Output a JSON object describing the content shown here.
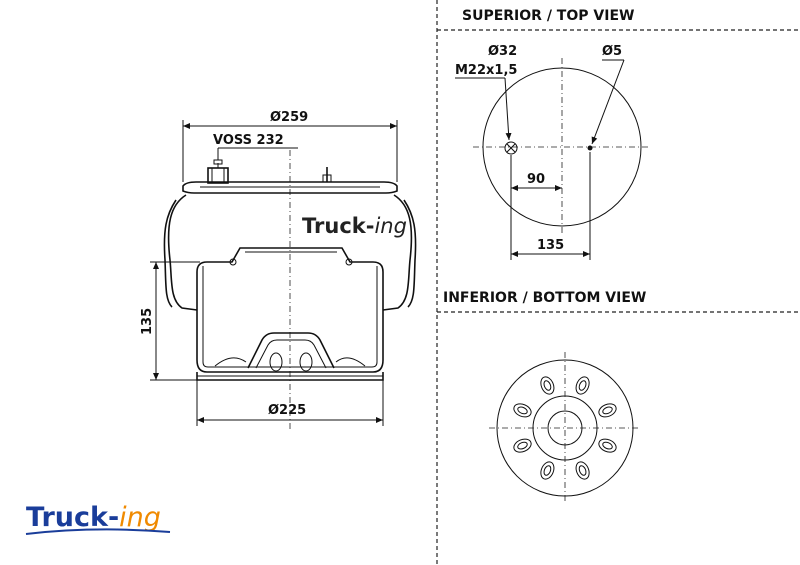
{
  "colors": {
    "line": "#111111",
    "brand_blue": "#1a3d9a",
    "brand_orange": "#f08a00"
  },
  "side_view": {
    "diameter_top": "Ø259",
    "port_label": "VOSS 232",
    "height": "135",
    "diameter_bottom": "Ø225",
    "watermark_main": "Truck-",
    "watermark_accent": "ing"
  },
  "top_view": {
    "heading": "SUPERIOR / TOP VIEW",
    "hole_diameter": "Ø32",
    "thread": "M22x1,5",
    "pin_diameter": "Ø5",
    "dim_inner": "90",
    "dim_outer": "135"
  },
  "bottom_view": {
    "heading": "INFERIOR / BOTTOM VIEW"
  },
  "logo": {
    "main": "Truck-",
    "accent": "ing"
  }
}
